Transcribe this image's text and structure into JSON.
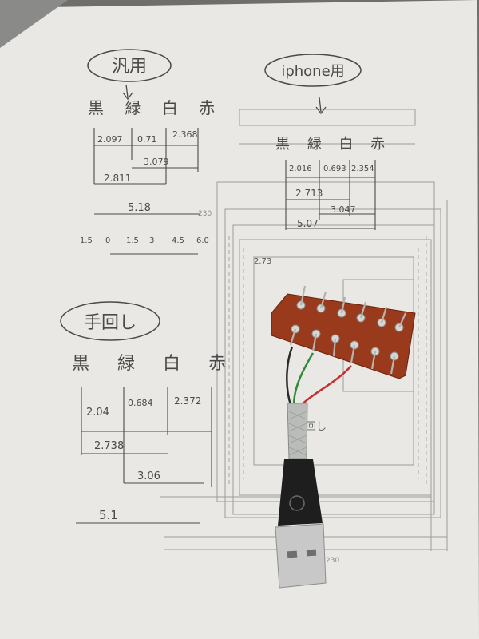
{
  "sheet": {
    "left_section": {
      "title": "汎用",
      "color_row": "黒 緑 白 赤",
      "segments_top": [
        "2.097",
        "0.71",
        "2.368"
      ],
      "span_a": "3.079",
      "span_b": "2.811",
      "total": "5.18",
      "scale_ticks": [
        "1.5",
        "0",
        "1.5",
        "3",
        "4.5",
        "6.0"
      ]
    },
    "right_section": {
      "title": "iphone用",
      "color_row": "黒 緑 白 赤",
      "segments_top": [
        "2.016",
        "0.693",
        "2.354"
      ],
      "span_a": "2.713",
      "span_b": "3.047",
      "total": "5.07"
    },
    "bottom_section": {
      "title": "手回し",
      "color_row": "黒 緑 白 赤",
      "segments_top": [
        "2.04",
        "0.684",
        "2.372"
      ],
      "span_a": "2.738",
      "span_b": "3.06",
      "total": "5.1"
    },
    "drawing_labels": [
      "230",
      "2.73",
      "手回し",
      "230"
    ]
  },
  "colors": {
    "paper": "#e9e8e4",
    "ink": "#4a4a4a",
    "board": "#9a3a1c",
    "cable": "#b9bcb8",
    "plug": "#1e1e1e",
    "usb_metal": "#c8c8c8"
  }
}
